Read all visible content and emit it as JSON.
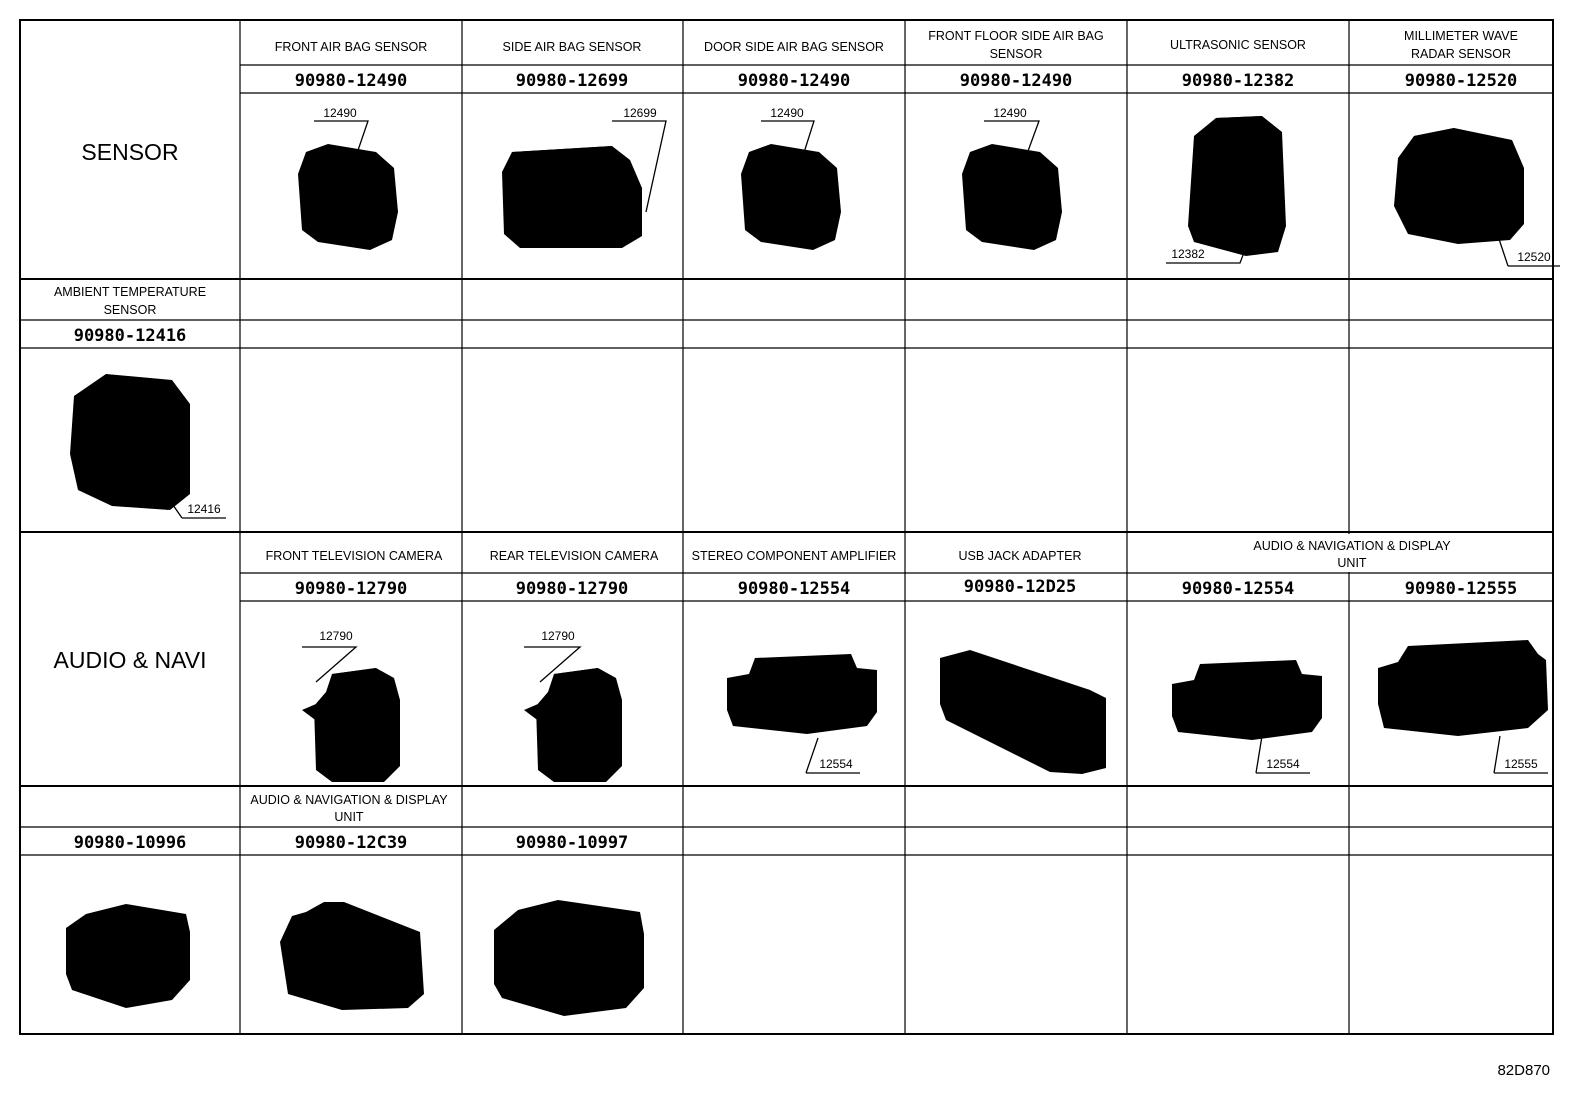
{
  "groups": {
    "sensor": "SENSOR",
    "audio_navi": "AUDIO & NAVI"
  },
  "row1": [
    {
      "title": "FRONT AIR BAG SENSOR",
      "part": "90980-12490",
      "callout": "12490",
      "icon": "airbag-connector-icon"
    },
    {
      "title": "SIDE AIR BAG SENSOR",
      "part": "90980-12699",
      "callout": "12699",
      "icon": "side-airbag-connector-icon"
    },
    {
      "title": "DOOR SIDE AIR BAG SENSOR",
      "part": "90980-12490",
      "callout": "12490",
      "icon": "airbag-connector-icon"
    },
    {
      "title_line1": "FRONT FLOOR SIDE AIR BAG",
      "title_line2": "SENSOR",
      "part": "90980-12490",
      "callout": "12490",
      "icon": "airbag-connector-icon"
    },
    {
      "title": "ULTRASONIC SENSOR",
      "part": "90980-12382",
      "callout": "12382",
      "icon": "ultrasonic-connector-icon"
    },
    {
      "title_line1": "MILLIMETER WAVE",
      "title_line2": "RADAR SENSOR",
      "part": "90980-12520",
      "callout": "12520",
      "icon": "radar-connector-icon"
    }
  ],
  "row2": [
    {
      "title_line1": "AMBIENT TEMPERATURE",
      "title_line2": "SENSOR",
      "part": "90980-12416",
      "callout": "12416",
      "icon": "temperature-connector-icon"
    }
  ],
  "row3": [
    {
      "title": "FRONT TELEVISION CAMERA",
      "part": "90980-12790",
      "callout": "12790",
      "icon": "camera-connector-icon"
    },
    {
      "title": "REAR TELEVISION CAMERA",
      "part": "90980-12790",
      "callout": "12790",
      "icon": "camera-connector-icon"
    },
    {
      "title": "STEREO COMPONENT AMPLIFIER",
      "part": "90980-12554",
      "callout": "12554",
      "icon": "wide-connector-icon"
    },
    {
      "title": "USB JACK ADAPTER",
      "part": "90980-12D25",
      "icon": "usb-connector-icon"
    },
    {
      "title_line1": "AUDIO & NAVIGATION & DISPLAY",
      "title_line2": "UNIT",
      "part_a": "90980-12554",
      "callout_a": "12554",
      "part_b": "90980-12555",
      "callout_b": "12555",
      "icon": "wide-connector-icon"
    }
  ],
  "row4": {
    "title_line1": "AUDIO & NAVIGATION & DISPLAY",
    "title_line2": "UNIT",
    "parts": [
      "90980-10996",
      "90980-12C39",
      "90980-10997"
    ],
    "icons": [
      "small-block-connector-icon",
      "latch-connector-icon",
      "large-block-connector-icon"
    ]
  },
  "footer": {
    "code": "82D870"
  }
}
